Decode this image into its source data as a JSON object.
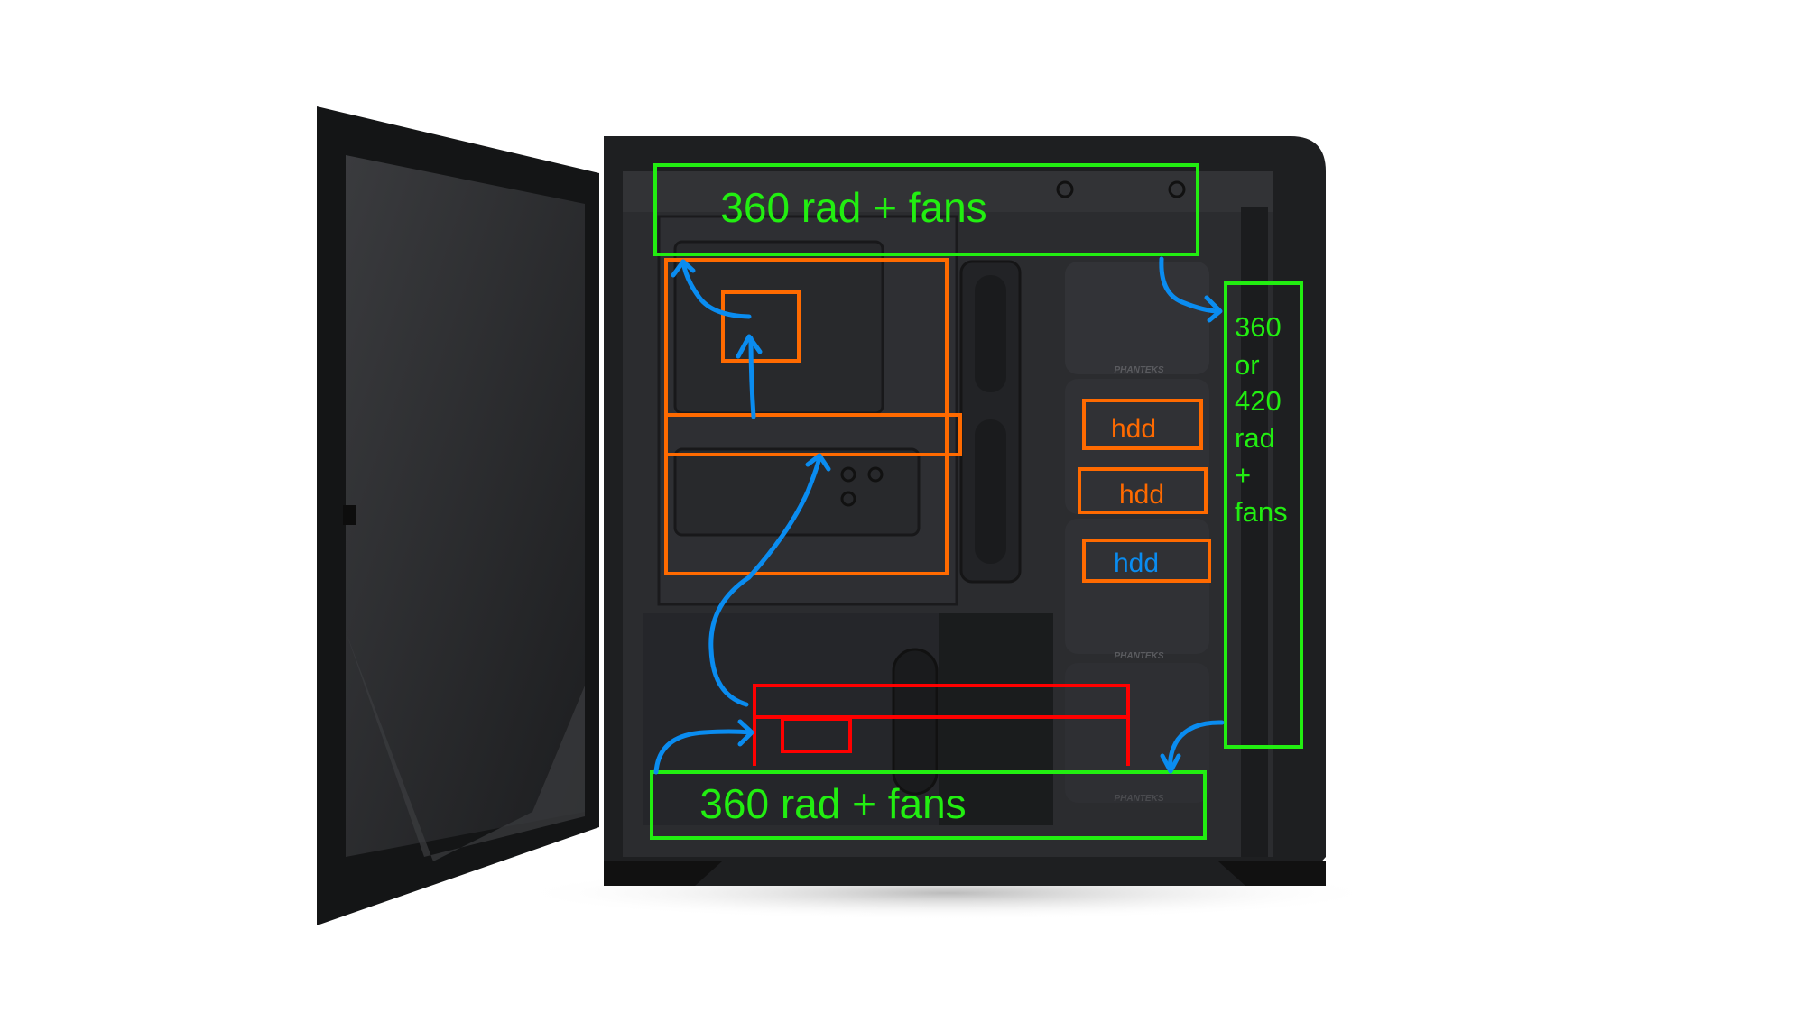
{
  "annotations": {
    "top_radiator": "360 rad + fans",
    "bottom_radiator": "360 rad + fans",
    "front_radiator_lines": [
      "360",
      "or",
      "420",
      "rad",
      "+",
      "fans"
    ],
    "hdd_1": "hdd",
    "hdd_2": "hdd",
    "hdd_3": "hdd"
  },
  "brand_marks": [
    "PHANTEKS",
    "PHANTEKS",
    "PHANTEKS"
  ],
  "colors": {
    "green": "#22ee11",
    "orange": "#ff6a00",
    "red": "#ff0000",
    "blue": "#0a8cf0",
    "case": "#26272a"
  }
}
